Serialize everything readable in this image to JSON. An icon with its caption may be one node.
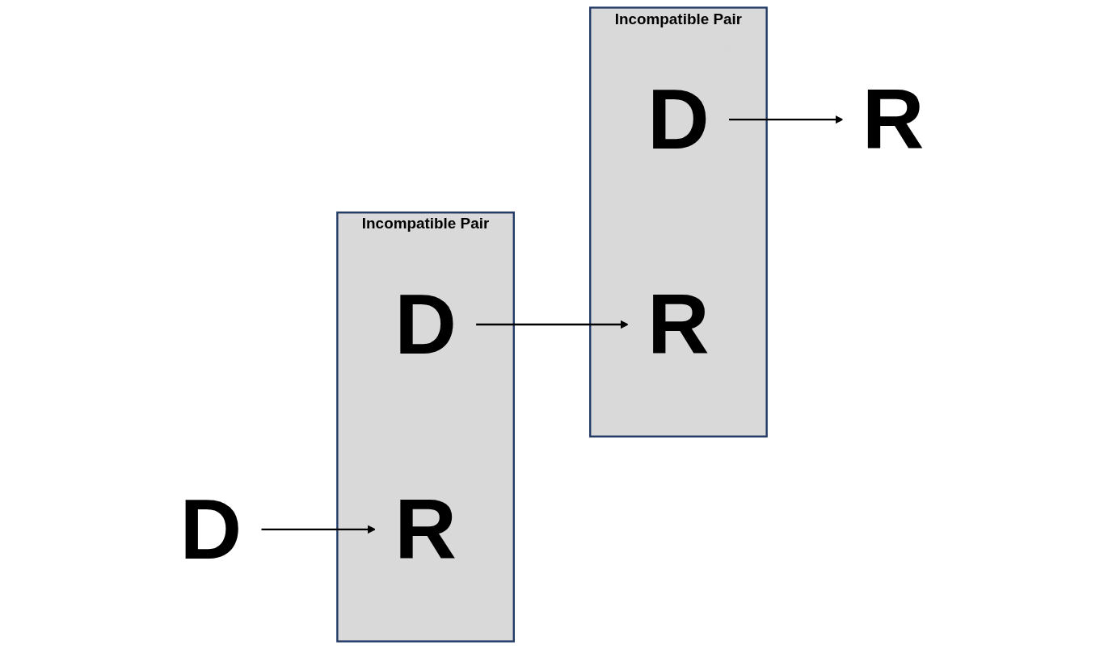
{
  "diagram": {
    "nodes": [
      {
        "text": [
          "D"
        ]
      },
      {
        "text": [
          "Incompatible Pair"
        ]
      },
      {
        "text": [
          "D"
        ],
        "in": 1
      },
      {
        "text": [
          "R"
        ],
        "in": 1
      },
      {
        "text": [
          "Incompatible Pair"
        ]
      },
      {
        "text": [
          "D"
        ],
        "in": 4
      },
      {
        "text": [
          "R"
        ],
        "in": 4
      },
      {
        "text": [
          "R"
        ]
      }
    ],
    "edges": [
      {
        "from": 0,
        "to": 3,
        "arrow": "to"
      },
      {
        "from": 2,
        "to": 6,
        "arrow": "to"
      },
      {
        "from": 5,
        "to": 7,
        "arrow": "to"
      }
    ]
  }
}
